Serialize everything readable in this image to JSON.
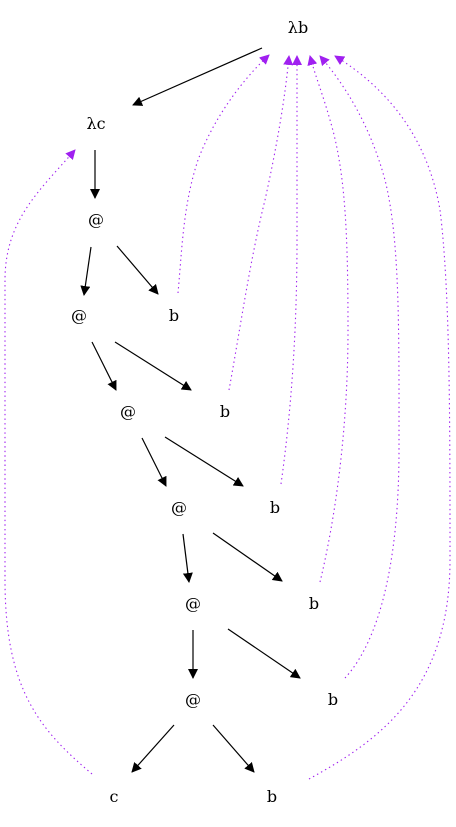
{
  "colors": {
    "tree_edge": "#000000",
    "back_edge": "#a020f0",
    "background": "#ffffff"
  },
  "nodes": {
    "lambda_b": "λb",
    "lambda_c": "λc",
    "app1": "@",
    "app2": "@",
    "app3": "@",
    "app4": "@",
    "app5": "@",
    "app6": "@",
    "b1": "b",
    "b2": "b",
    "b3": "b",
    "b4": "b",
    "b5": "b",
    "b6": "b",
    "c": "c"
  }
}
